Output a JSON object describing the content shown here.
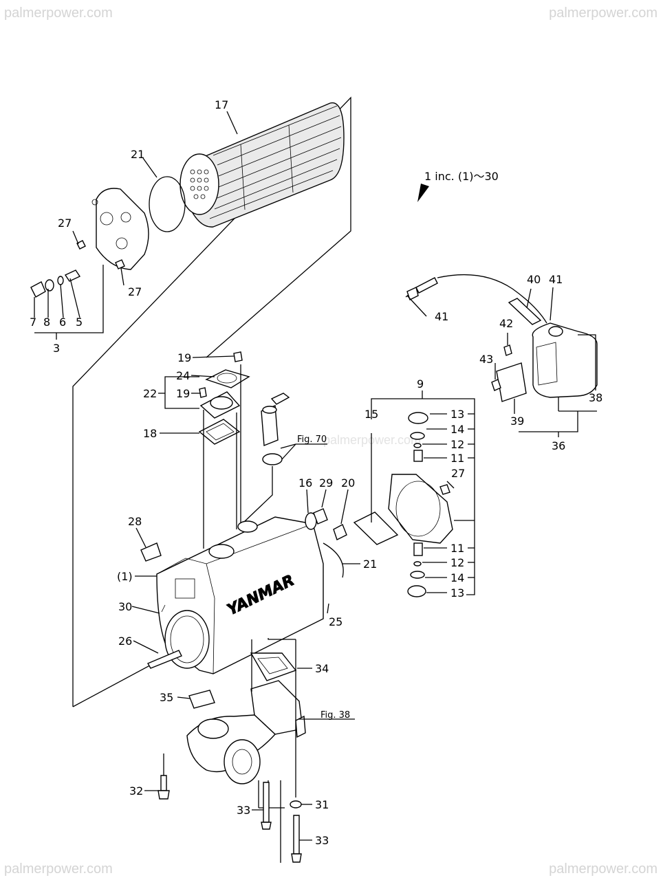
{
  "watermarks": {
    "top_left": "palmerpower.com",
    "top_right": "palmerpower.com",
    "bottom_left": "palmerpower.com",
    "bottom_right": "palmerpower.com",
    "middle": "palmerpower.com"
  },
  "inc_note": "1 inc. (1)～30",
  "brand_mark": "YANMAR",
  "fig_refs": {
    "fig70": "Fig. 70",
    "fig38": "Fig. 38"
  },
  "callouts": {
    "c17": "17",
    "c21a": "21",
    "c27a": "27",
    "c27b": "27",
    "c7": "7",
    "c8": "8",
    "c6": "6",
    "c5": "5",
    "c3": "3",
    "c41a": "41",
    "c40": "40",
    "c41b": "41",
    "c42": "42",
    "c43": "43",
    "c38": "38",
    "c39": "39",
    "c36": "36",
    "c19a": "19",
    "c24": "24",
    "c22": "22",
    "c19b": "19",
    "c18": "18",
    "c9": "9",
    "c15": "15",
    "c13a": "13",
    "c14a": "14",
    "c12a": "12",
    "c11a": "11",
    "c27c": "27",
    "c16": "16",
    "c29": "29",
    "c20": "20",
    "c28": "28",
    "c1": "(1)",
    "c21b": "21",
    "c11b": "11",
    "c12b": "12",
    "c14b": "14",
    "c13b": "13",
    "c30": "30",
    "c25": "25",
    "c26": "26",
    "c34": "34",
    "c35": "35",
    "c32": "32",
    "c33a": "33",
    "c31": "31",
    "c33b": "33"
  }
}
